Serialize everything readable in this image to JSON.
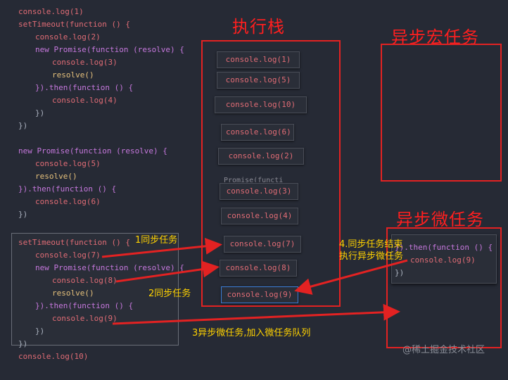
{
  "code": {
    "lines": [
      "console.log(1)",
      "setTimeout(function () {",
      "console.log(2)",
      "new Promise(function (resolve) {",
      "console.log(3)",
      "resolve()",
      "}).then(function () {",
      "console.log(4)",
      "})",
      "})",
      "new Promise(function (resolve) {",
      "console.log(5)",
      "resolve()",
      "}).then(function () {",
      "console.log(6)",
      "})",
      "setTimeout(function () {",
      "console.log(7)",
      "new Promise(function (resolve) {",
      "console.log(8)",
      "resolve()",
      "}).then(function () {",
      "console.log(9)",
      "})",
      "})",
      "console.log(10)"
    ]
  },
  "panels": {
    "call_stack_title": "执行栈",
    "macrotask_title": "异步宏任务",
    "microtask_title": "异步微任务"
  },
  "call_stack": {
    "items": [
      "console.log(1)",
      "console.log(5)",
      "console.log(10)",
      "console.log(6)",
      "console.log(2)",
      "console.log(3)",
      "console.log(4)",
      "console.log(7)",
      "console.log(8)",
      "console.log(9)"
    ],
    "ghost_text": "Promise(functi"
  },
  "microtask_queue": {
    "lines": [
      "}).then(function () {",
      "console.log(9)",
      "})"
    ]
  },
  "annotations": {
    "note1": "1同步任务",
    "note2": "2同步任务",
    "note3": "3异步微任务,加入微任务队列",
    "note4_line1": "4.同步任务结束",
    "note4_line2": "执行异步微任务"
  },
  "watermark": "@稀土掘金技术社区",
  "colors": {
    "background": "#262a35",
    "red": "#e32222",
    "note_yellow": "#ffd200",
    "code_pink": "#e06c75",
    "code_purple": "#c678dd",
    "code_orange": "#d19a66"
  }
}
